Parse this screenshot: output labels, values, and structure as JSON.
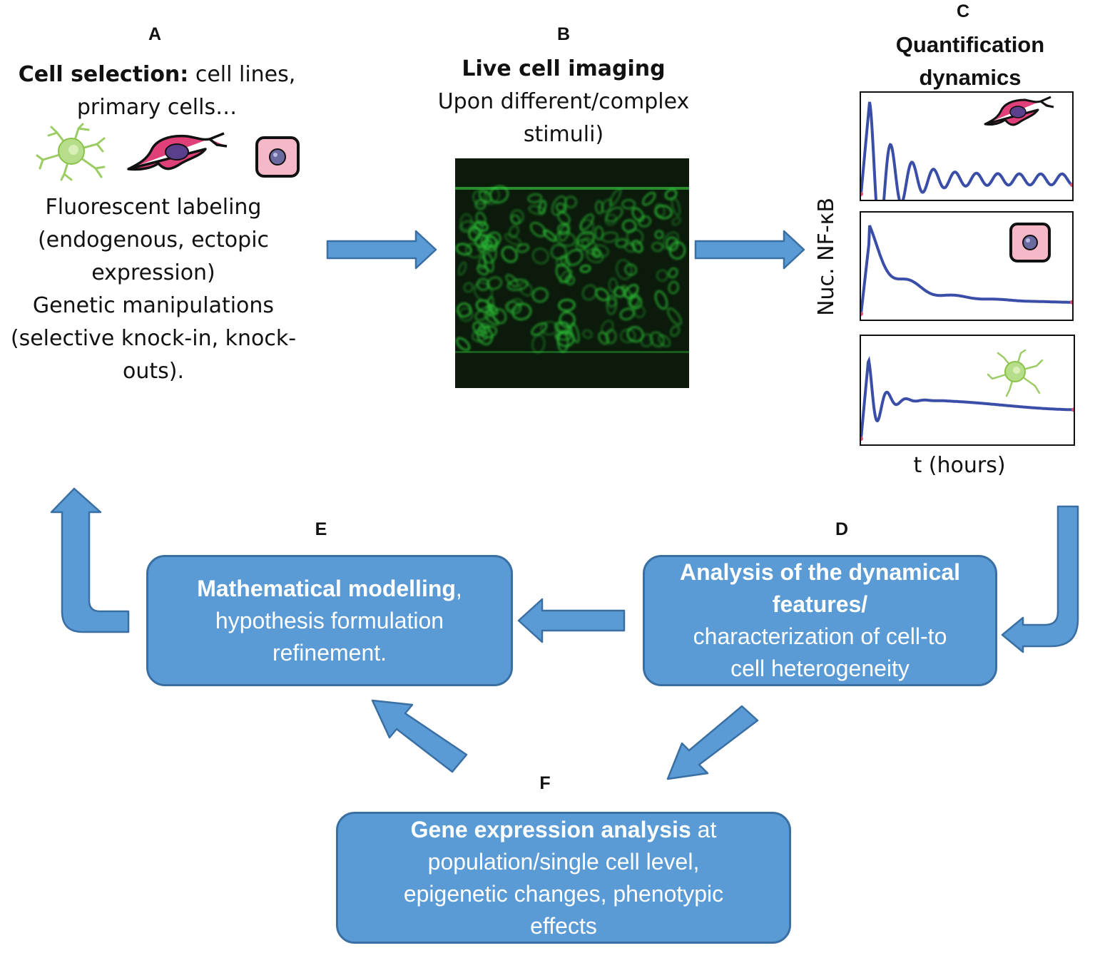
{
  "panels": {
    "a": {
      "letter": "A",
      "title_bold": "Cell  selection:",
      "title_rest": " cell lines,",
      "title_line2": "primary cells…",
      "line1": "Fluorescent labeling",
      "line2": "(endogenous, ectopic",
      "line3": "expression)",
      "line4": "Genetic manipulations",
      "line5": "(selective knock-in, knock-",
      "line6": "outs)."
    },
    "b": {
      "letter": "B",
      "title": "Live cell imaging",
      "line1": "Upon different/complex",
      "line2": "stimuli)"
    },
    "c": {
      "letter": "C",
      "title_line1": "Quantification",
      "title_line2": "dynamics",
      "ylabel": "Nuc. NF-κB",
      "xlabel": "t (hours)"
    },
    "d": {
      "letter": "D",
      "bold1": "Analysis of the dynamical",
      "bold2": "features/",
      "line3": "characterization of cell-to",
      "line4": "cell heterogeneity"
    },
    "e": {
      "letter": "E",
      "bold": "Mathematical modelling",
      "bold_suffix": ",",
      "line2": "hypothesis formulation",
      "line3": "refinement."
    },
    "f": {
      "letter": "F",
      "bold": "Gene expression analysis",
      "rest": " at",
      "line2": "population/single cell level,",
      "line3": "epigenetic changes, phenotypic",
      "line4": "effects"
    }
  },
  "colors": {
    "arrow": "#5b9bd5",
    "arrow_border": "#3a6fa3",
    "box": "#5b9bd5",
    "curve": "#3a4ea8",
    "fibroblast": "#e0407a",
    "microglia": "#9ccc65",
    "cell_square": "#f4b8c8",
    "micrograph": "#0b1a0b",
    "fluorescence": "#2fd13a"
  },
  "icons": [
    "microglia-cell-icon",
    "fibroblast-cell-icon",
    "round-cell-icon"
  ]
}
